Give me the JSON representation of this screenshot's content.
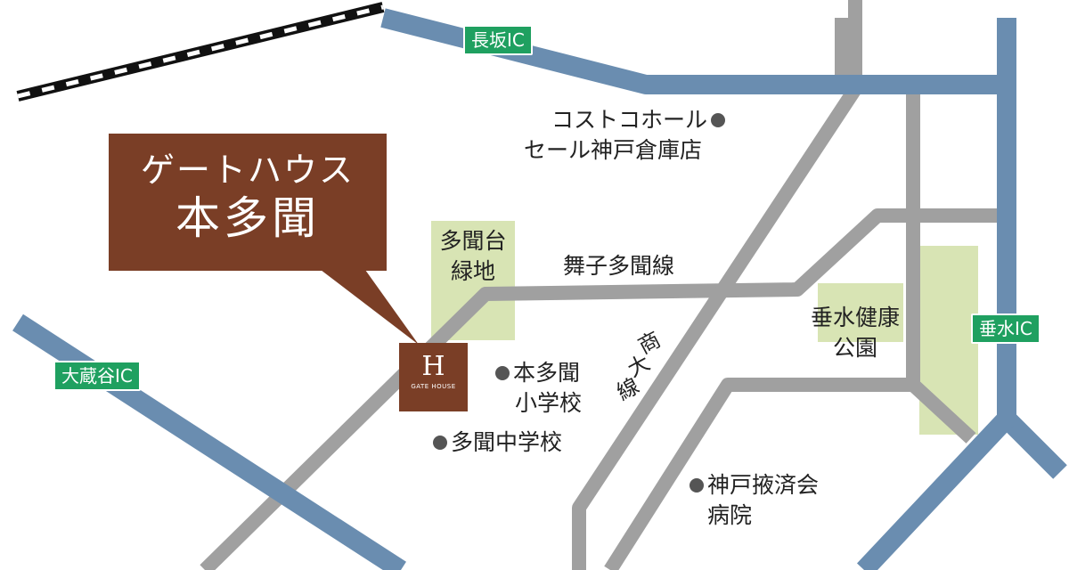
{
  "title": {
    "line1": "ゲートハウス",
    "line2": "本多聞"
  },
  "logo": {
    "mark": "H",
    "text": "GATE HOUSE"
  },
  "interchanges": {
    "nagasaka": "長坂IC",
    "okuradani": "大蔵谷IC",
    "tarumi": "垂水IC"
  },
  "parks": {
    "tamon_dai": [
      "多聞台",
      "緑地"
    ],
    "tarumi_kenko": [
      "垂水健康",
      "公園"
    ]
  },
  "roads": {
    "maiko_tamon": "舞子多聞線",
    "shoudai": [
      "商",
      "大",
      "線"
    ]
  },
  "landmarks": {
    "costco": [
      "コストコホール",
      "セール神戸倉庫店"
    ],
    "elementary": [
      "本多聞",
      "小学校"
    ],
    "junior_high": "多聞中学校",
    "hospital": [
      "神戸掖済会",
      "病院"
    ]
  },
  "colors": {
    "highway": "#6a8db0",
    "road": "#a0a0a0",
    "park": "#d8e4b4",
    "brand": "#7a3e26",
    "ic_badge": "#1fa060",
    "landmark_dot": "#555555"
  }
}
